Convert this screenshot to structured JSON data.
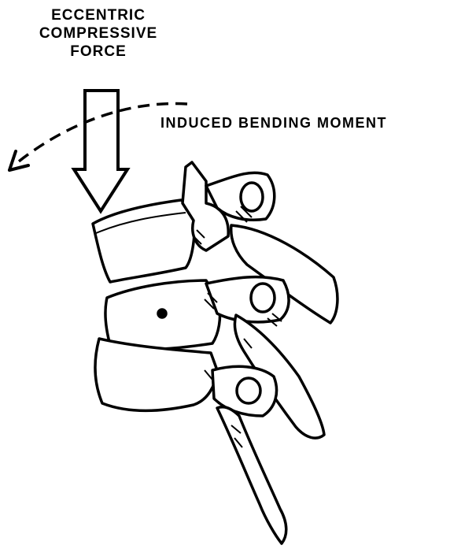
{
  "force_label": [
    "ECCENTRIC",
    "COMPRESSIVE",
    "FORCE"
  ],
  "moment_label": "INDUCED BENDING MOMENT",
  "colors": {
    "ink": "#000000",
    "paper": "#ffffff"
  }
}
